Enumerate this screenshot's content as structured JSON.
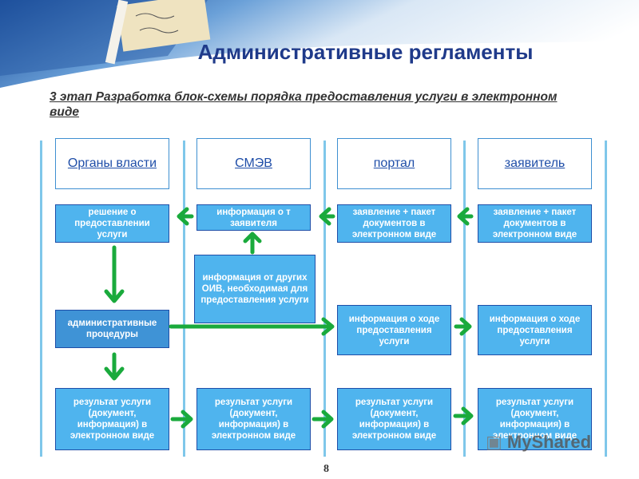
{
  "title": "Административные регламенты",
  "subtitle": "3 этап Разработка блок-схемы порядка предоставления услуги в электронном виде",
  "lanes": [
    {
      "label": "Органы власти "
    },
    {
      "label": "СМЭВ"
    },
    {
      "label": "портал"
    },
    {
      "label": "заявитель"
    }
  ],
  "boxes": {
    "decision": "решение о предоставлении услуги",
    "info_applicant": "информация о т заявителя",
    "portal_application": "заявление + пакет документов в электронном виде",
    "applicant_application": "заявление + пакет документов в электронном виде",
    "info_other_oiv": "информация от других ОИВ, необходимая для предоставления услуги",
    "admin_procedures": "административные процедуры",
    "portal_progress": "информация о ходе предоставления услуги",
    "applicant_progress": "информация о ходе предоставления услуги",
    "result_authority": "результат услуги (документ, информация) в электронном виде",
    "result_smev": "результат услуги (документ, информация) в электронном виде",
    "result_portal": "результат услуги (документ, информация) в электронном виде",
    "result_applicant": "результат услуги (документ, информация) в электронном виде"
  },
  "page_number": "8",
  "watermark": "MyShared",
  "colors": {
    "box_fill": "#4fb4ee",
    "box_border": "#1f4ea8",
    "arrow": "#1aaa3c",
    "lane_line": "#7fc7ea",
    "title": "#1f3a8a"
  }
}
